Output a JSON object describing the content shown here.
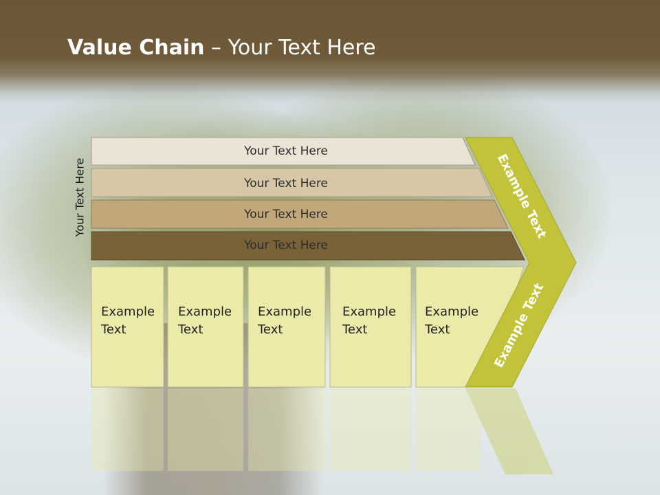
{
  "slide": {
    "title_bold": "Value Chain",
    "title_rest": " – Your Text Here",
    "side_label": "Your Text Here"
  },
  "bars": [
    {
      "label": "Your Text Here",
      "color": "#ebe4d6"
    },
    {
      "label": "Your Text Here",
      "color": "#d8c7a6"
    },
    {
      "label": "Your Text Here",
      "color": "#c2a77a"
    },
    {
      "label": "Your Text Here",
      "color": "#7a6238"
    }
  ],
  "columns": [
    {
      "line1": "Example",
      "line2": "Text"
    },
    {
      "line1": "Example",
      "line2": "Text"
    },
    {
      "line1": "Example",
      "line2": "Text"
    },
    {
      "line1": "Example",
      "line2": "Text"
    },
    {
      "line1": "Example",
      "line2": "Text"
    }
  ],
  "chevron": {
    "upper_label": "Example Text",
    "lower_label": "Example Text",
    "color": "#c3c33a"
  },
  "colors": {
    "header": "#6b5635",
    "column_fill": "#ebeaa8",
    "column_stroke": "#b9b98a"
  }
}
